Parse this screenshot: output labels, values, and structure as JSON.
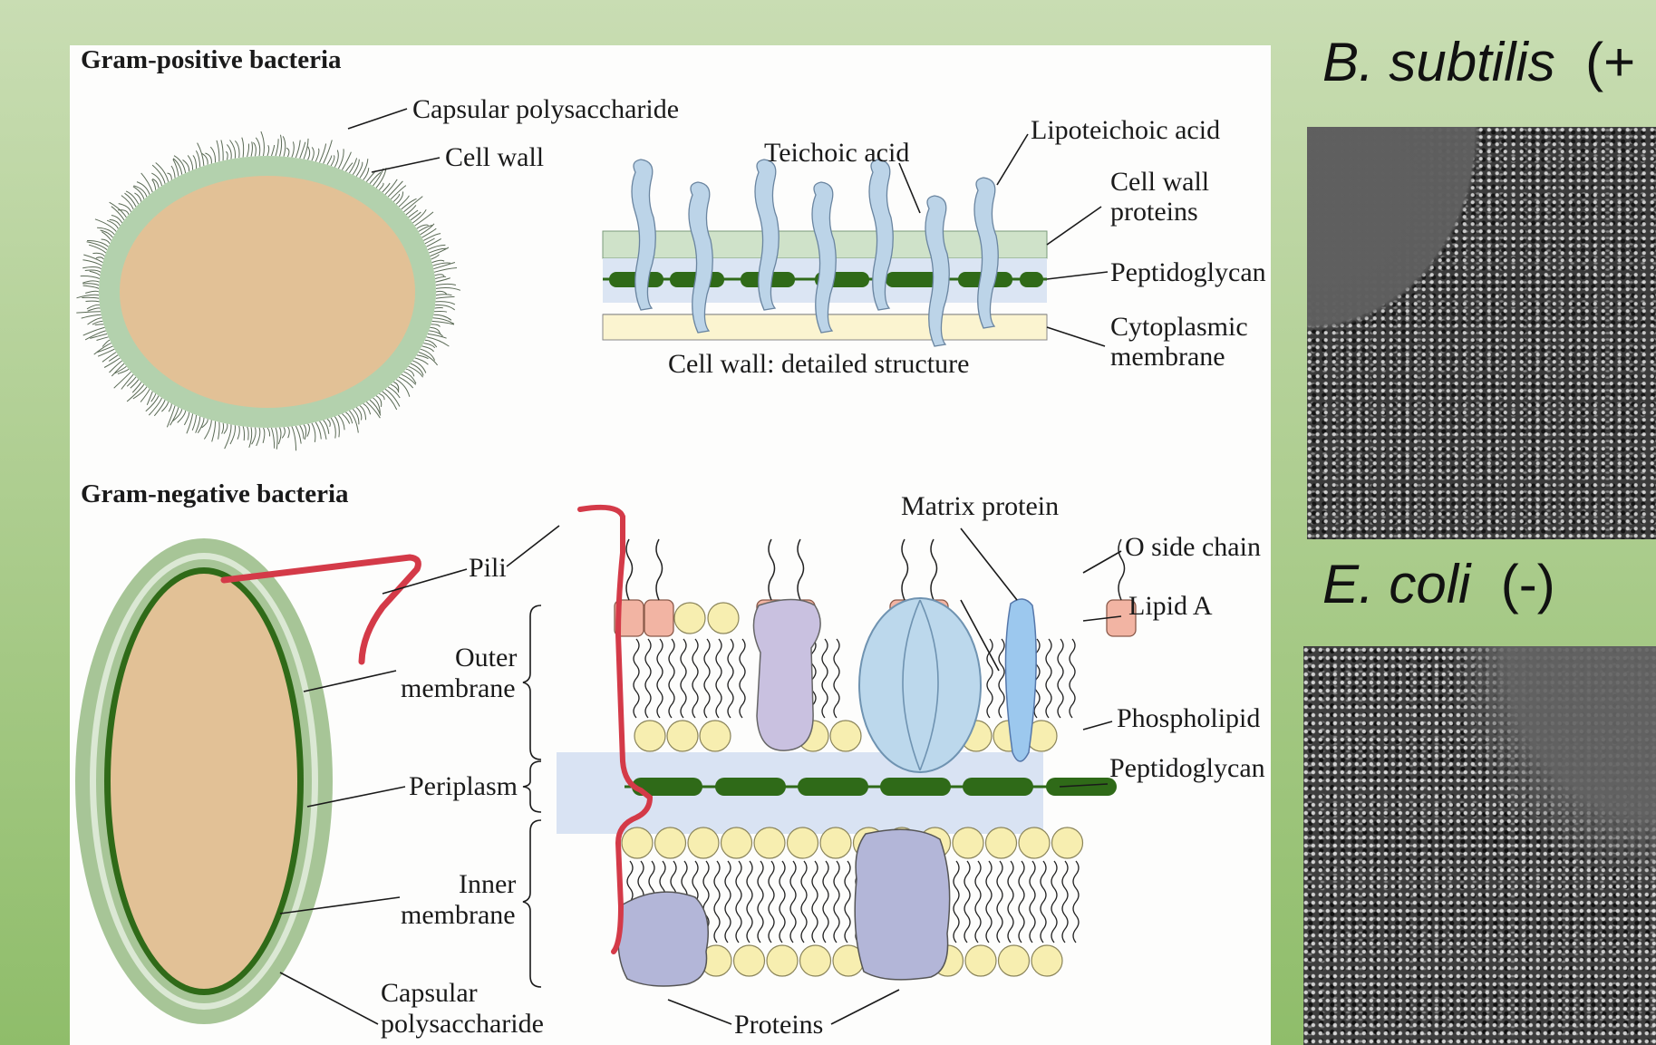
{
  "gram_positive": {
    "heading": "Gram-positive bacteria",
    "labels": {
      "capsular_polysaccharide": "Capsular polysaccharide",
      "cell_wall": "Cell wall",
      "teichoic_acid": "Teichoic acid",
      "lipoteichoic_acid": "Lipoteichoic acid",
      "cell_wall_proteins_1": "Cell wall",
      "cell_wall_proteins_2": "proteins",
      "peptidoglycan": "Peptidoglycan",
      "cytoplasmic_membrane_1": "Cytoplasmic",
      "cytoplasmic_membrane_2": "membrane",
      "caption": "Cell wall: detailed structure"
    }
  },
  "gram_negative": {
    "heading": "Gram-negative bacteria",
    "labels": {
      "pili": "Pili",
      "matrix_protein": "Matrix protein",
      "o_side_chain": "O side chain",
      "lipid_a": "Lipid A",
      "outer_membrane_1": "Outer",
      "outer_membrane_2": "membrane",
      "phospholipid": "Phospholipid",
      "periplasm": "Periplasm",
      "peptidoglycan": "Peptidoglycan",
      "inner_membrane_1": "Inner",
      "inner_membrane_2": "membrane",
      "capsular_1": "Capsular",
      "capsular_2": "polysaccharide",
      "proteins": "Proteins"
    }
  },
  "micrographs": {
    "bsubtilis": {
      "name": "B. subtilis",
      "stain": "(+"
    },
    "ecoli": {
      "name": "E. coli",
      "stain": "(-)"
    }
  },
  "colors": {
    "background": "#b4d296",
    "cytoplasm": "#e2c196",
    "cell_wall": "#b3d1ad",
    "peptidoglycan": "#2f6a18",
    "teichoic": "#bcd4e8",
    "pili": "#d43a48",
    "lipid_head": "#f7eeb0",
    "lipid_a": "#f2b4a3",
    "protein": "#b3b6d8",
    "matrix_protein": "#bcd8ec",
    "periplasm": "#d9e3f3"
  }
}
